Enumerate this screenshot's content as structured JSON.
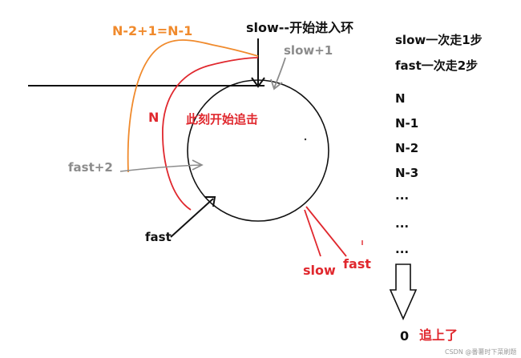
{
  "colors": {
    "black": "#111111",
    "gray": "#8c8c8c",
    "red": "#e0282e",
    "orange": "#f08a2c"
  },
  "labels": {
    "slow_enter": "slow--开始进入环",
    "slow_plus_1": "slow+1",
    "orange_formula": "N-2+1=N-1",
    "n": "N",
    "start_chase": "此刻开始追击",
    "fast_plus_2": "fast+2",
    "fast": "fast",
    "slow_bottom": "slow",
    "fast_bottom": "fast"
  },
  "right_panel": {
    "slow_step": "slow一次走1步",
    "fast_step": "fast一次走2步",
    "sequence": [
      "N",
      "N-1",
      "N-2",
      "N-3",
      "...",
      "...",
      "..."
    ],
    "zero": "0",
    "caught": "追上了"
  },
  "watermark": "CSDN @番薯时下菜刷题"
}
